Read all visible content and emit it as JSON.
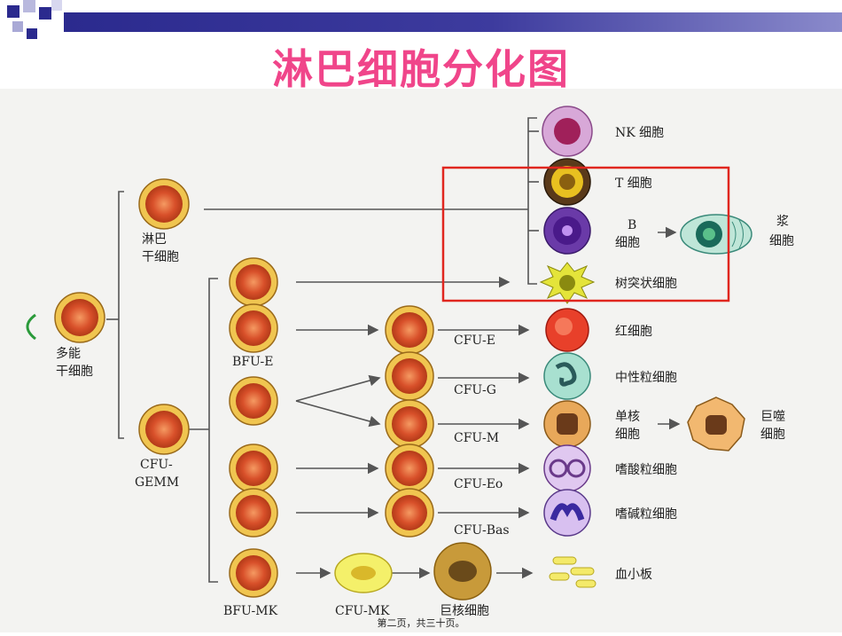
{
  "title": "淋巴细胞分化图",
  "footer": "第二页，共三十页。",
  "nodes": {
    "pluripotent": "多能\n干细胞",
    "lymphoid_stem": "淋巴\n干细胞",
    "cfu_gemm": "CFU-\nGEMM",
    "bfu_e": "BFU-E",
    "bfu_mk": "BFU-MK",
    "cfu_e": "CFU-E",
    "cfu_g": "CFU-G",
    "cfu_m": "CFU-M",
    "cfu_eo": "CFU-Eo",
    "cfu_bas": "CFU-Bas",
    "cfu_mk": "CFU-MK",
    "megakaryocyte": "巨核细胞"
  },
  "cells": {
    "nk": "NK 细胞",
    "t": "T 细胞",
    "b": "B\n细胞",
    "plasma": "浆\n细胞",
    "dendritic": "树突状细胞",
    "erythrocyte": "红细胞",
    "neutrophil": "中性粒细胞",
    "monocyte": "单核\n细胞",
    "macrophage": "巨噬\n细胞",
    "eosinophil": "嗜酸粒细胞",
    "basophil": "嗜碱粒细胞",
    "platelet": "血小板"
  },
  "colors": {
    "title": "#f0458a",
    "highlight_box": "#e0261f",
    "stem_cell_fill": "#d8502a",
    "stem_cell_ring": "#f0c550"
  }
}
